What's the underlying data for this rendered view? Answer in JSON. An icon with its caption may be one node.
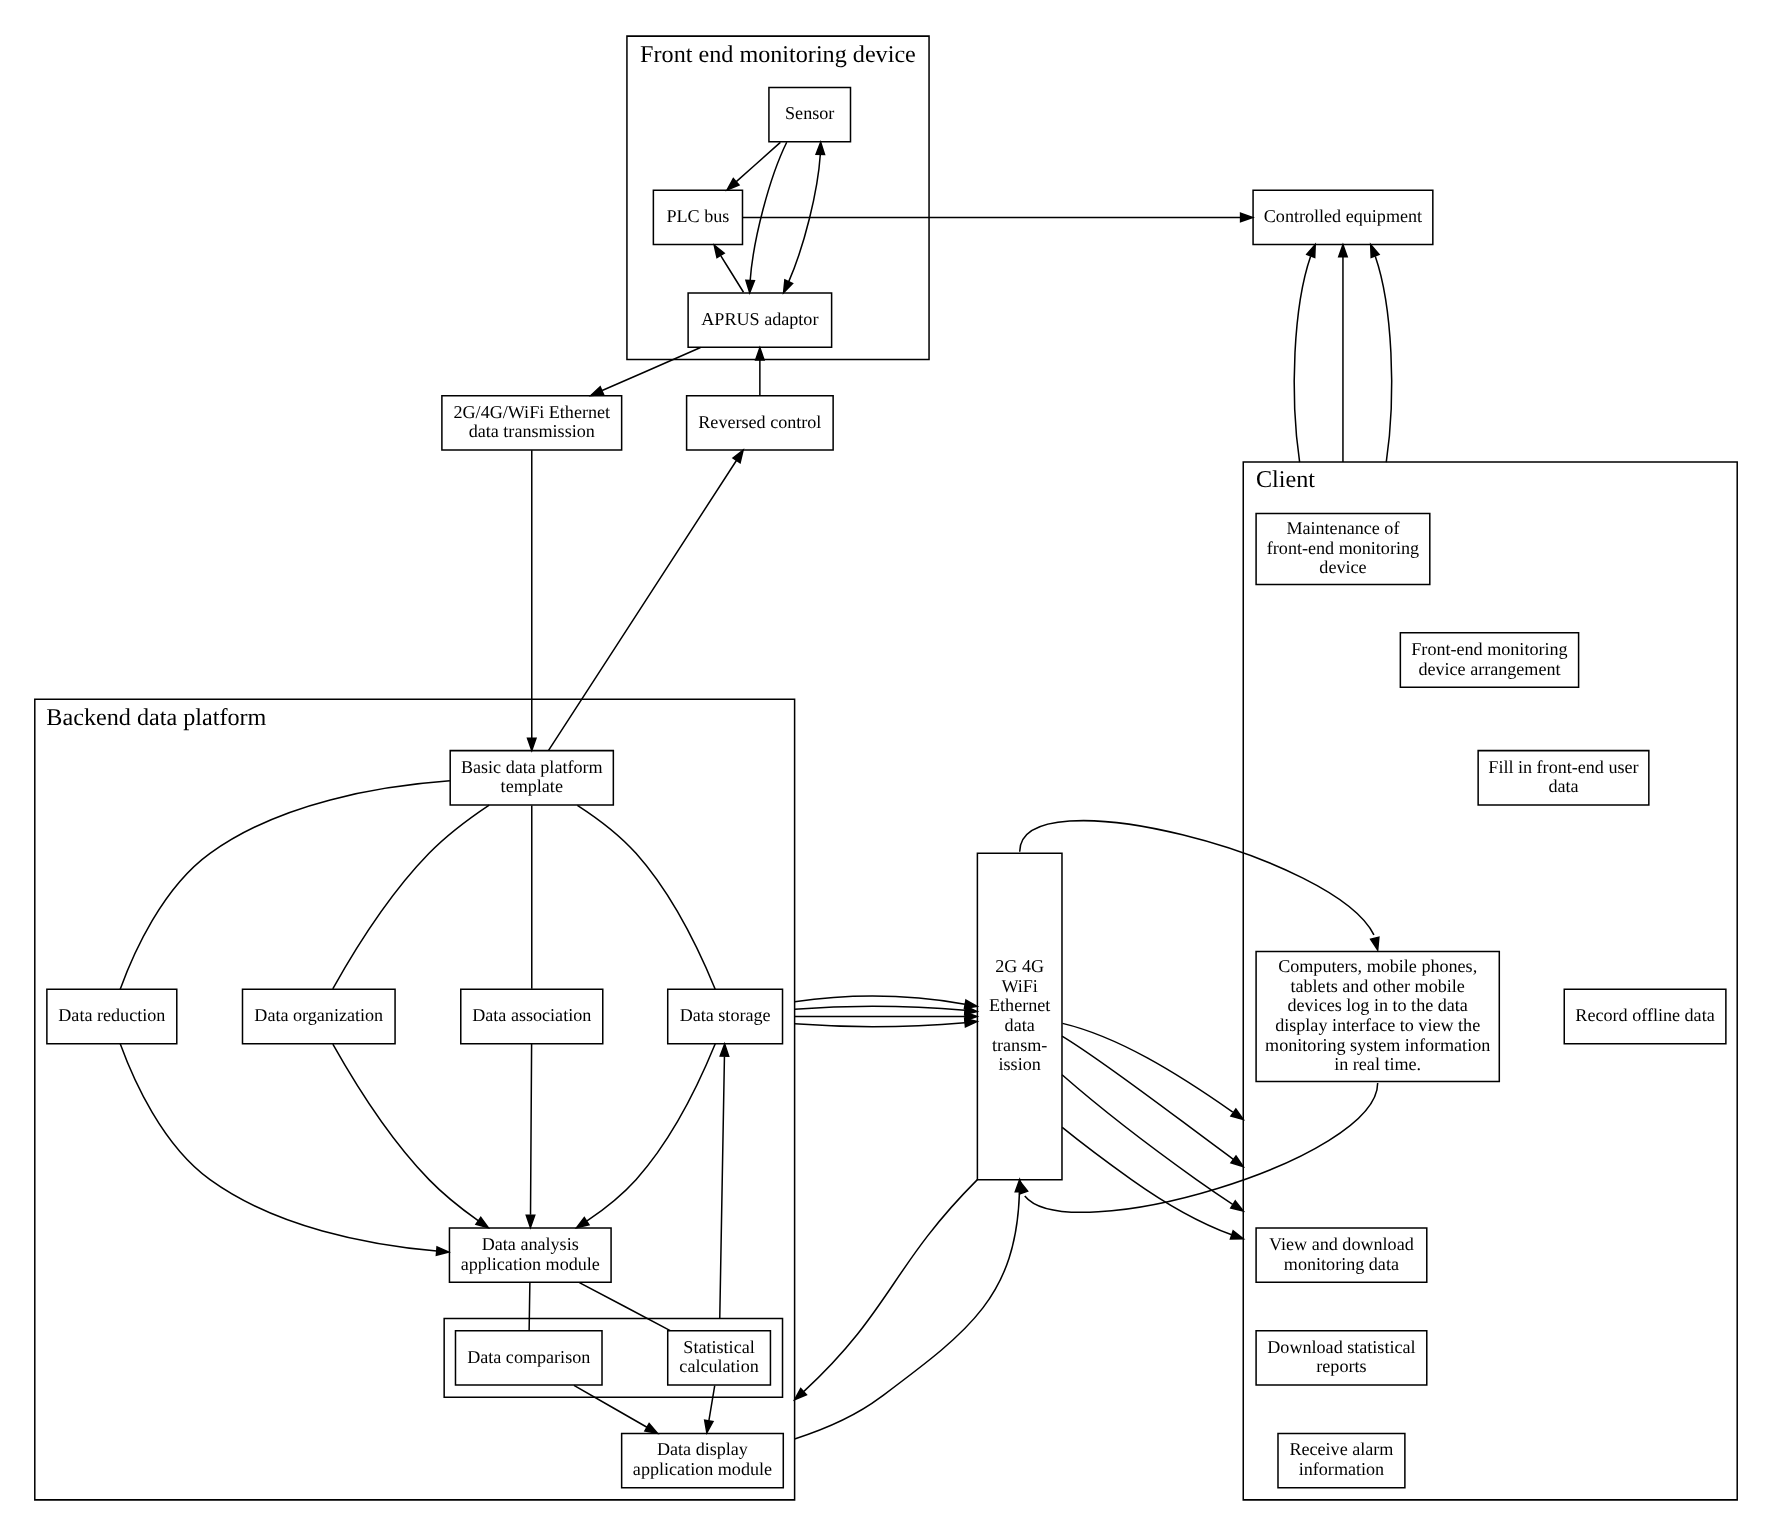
{
  "diagram": {
    "nodes": [
      {
        "text": [
          "Front end monitoring device"
        ]
      },
      {
        "text": [
          "Sensor"
        ],
        "in": 0
      },
      {
        "text": [
          "PLC bus"
        ],
        "in": 0
      },
      {
        "text": [
          "APRUS adaptor"
        ],
        "in": 0
      },
      {
        "text": [
          "Controlled equipment"
        ]
      },
      {
        "text": [
          "Client"
        ]
      },
      {
        "text": [
          "Maintenance of front-end monitoring device"
        ],
        "in": 5
      },
      {
        "text": [
          "Front-end monitoring device arrangement"
        ],
        "in": 5
      },
      {
        "text": [
          "Fill in front-end user data"
        ],
        "in": 5
      },
      {
        "text": [
          "Record offline data"
        ],
        "in": 5
      },
      {
        "text": [
          "View and download monitoring data"
        ],
        "in": 5
      },
      {
        "text": [
          "Download statistical reports"
        ],
        "in": 5
      },
      {
        "text": [
          "Receive alarm information"
        ],
        "in": 5
      },
      {
        "text": [
          "Computers, mobile phones, tablets and other mobile devices log in to the data display interface to view the monitoring system information in real time."
        ],
        "in": 5
      },
      {
        "text": [
          "2G/4G/WiFi Ethernet data transmission"
        ]
      },
      {
        "text": [
          "Reversed control"
        ]
      },
      {
        "text": [
          "Backend data platform"
        ]
      },
      {
        "text": [
          "Basic data platform template"
        ],
        "in": 16
      },
      {
        "text": [
          "Data reduction"
        ],
        "in": 16
      },
      {
        "text": [
          "Data organization"
        ],
        "in": 16
      },
      {
        "text": [
          "Data association"
        ],
        "in": 16
      },
      {
        "text": [
          "Data storage"
        ],
        "in": 16
      },
      {
        "text": [
          "Data analysis application module"
        ],
        "in": 16
      },
      {
        "text": [],
        "shape": "box",
        "in": 16
      },
      {
        "text": [
          "Statistical calculation"
        ],
        "in": 23
      },
      {
        "text": [
          "Data comparison"
        ],
        "in": 23
      },
      {
        "text": [
          "Data display application module"
        ],
        "in": 16
      },
      {
        "text": [
          "2G 4G WiFi Ethernet data transm- ission"
        ]
      }
    ],
    "edges": [
      {
        "from": 1,
        "to": 2,
        "arrow": "to"
      },
      {
        "from": 3,
        "to": 2,
        "arrow": "to"
      },
      {
        "from": 1,
        "to": 3,
        "arrow": "to"
      },
      {
        "from": 1,
        "to": 3,
        "arrow": "both"
      },
      {
        "from": 2,
        "to": 4,
        "arrow": "to"
      },
      {
        "from": 5,
        "to": 4,
        "arrow": "to"
      },
      {
        "from": 5,
        "to": 4,
        "arrow": "to"
      },
      {
        "from": 5,
        "to": 4,
        "arrow": "to"
      },
      {
        "from": 3,
        "to": 14,
        "arrow": "to"
      },
      {
        "from": 14,
        "to": 17,
        "arrow": "to"
      },
      {
        "from": 17,
        "to": 15,
        "arrow": "to"
      },
      {
        "from": 15,
        "to": 3,
        "arrow": "to"
      },
      {
        "from": 17,
        "to": 18,
        "arrow": "none"
      },
      {
        "from": 17,
        "to": 19,
        "arrow": "none"
      },
      {
        "from": 17,
        "to": 20,
        "arrow": "none"
      },
      {
        "from": 17,
        "to": 21,
        "arrow": "none"
      },
      {
        "from": 18,
        "to": 22,
        "arrow": "to"
      },
      {
        "from": 19,
        "to": 22,
        "arrow": "to"
      },
      {
        "from": 20,
        "to": 22,
        "arrow": "to"
      },
      {
        "from": 21,
        "to": 22,
        "arrow": "to"
      },
      {
        "from": 22,
        "to": 24,
        "arrow": "none"
      },
      {
        "from": 22,
        "to": 25,
        "arrow": "none"
      },
      {
        "from": 24,
        "to": 26,
        "arrow": "to"
      },
      {
        "from": 25,
        "to": 26,
        "arrow": "to"
      },
      {
        "from": 23,
        "to": 21,
        "arrow": "to"
      },
      {
        "from": 16,
        "to": 27,
        "arrow": "to"
      },
      {
        "from": 16,
        "to": 27,
        "arrow": "to"
      },
      {
        "from": 16,
        "to": 27,
        "arrow": "to"
      },
      {
        "from": 16,
        "to": 27,
        "arrow": "to"
      },
      {
        "from": 27,
        "to": 16,
        "arrow": "to"
      },
      {
        "from": 16,
        "to": 27,
        "arrow": "to"
      },
      {
        "from": 27,
        "to": 5,
        "arrow": "to"
      },
      {
        "from": 27,
        "to": 5,
        "arrow": "to"
      },
      {
        "from": 27,
        "to": 5,
        "arrow": "to"
      },
      {
        "from": 27,
        "to": 5,
        "arrow": "to"
      },
      {
        "from": 13,
        "to": 27,
        "arrow": "to"
      },
      {
        "from": 27,
        "to": 13,
        "arrow": "to"
      }
    ]
  }
}
